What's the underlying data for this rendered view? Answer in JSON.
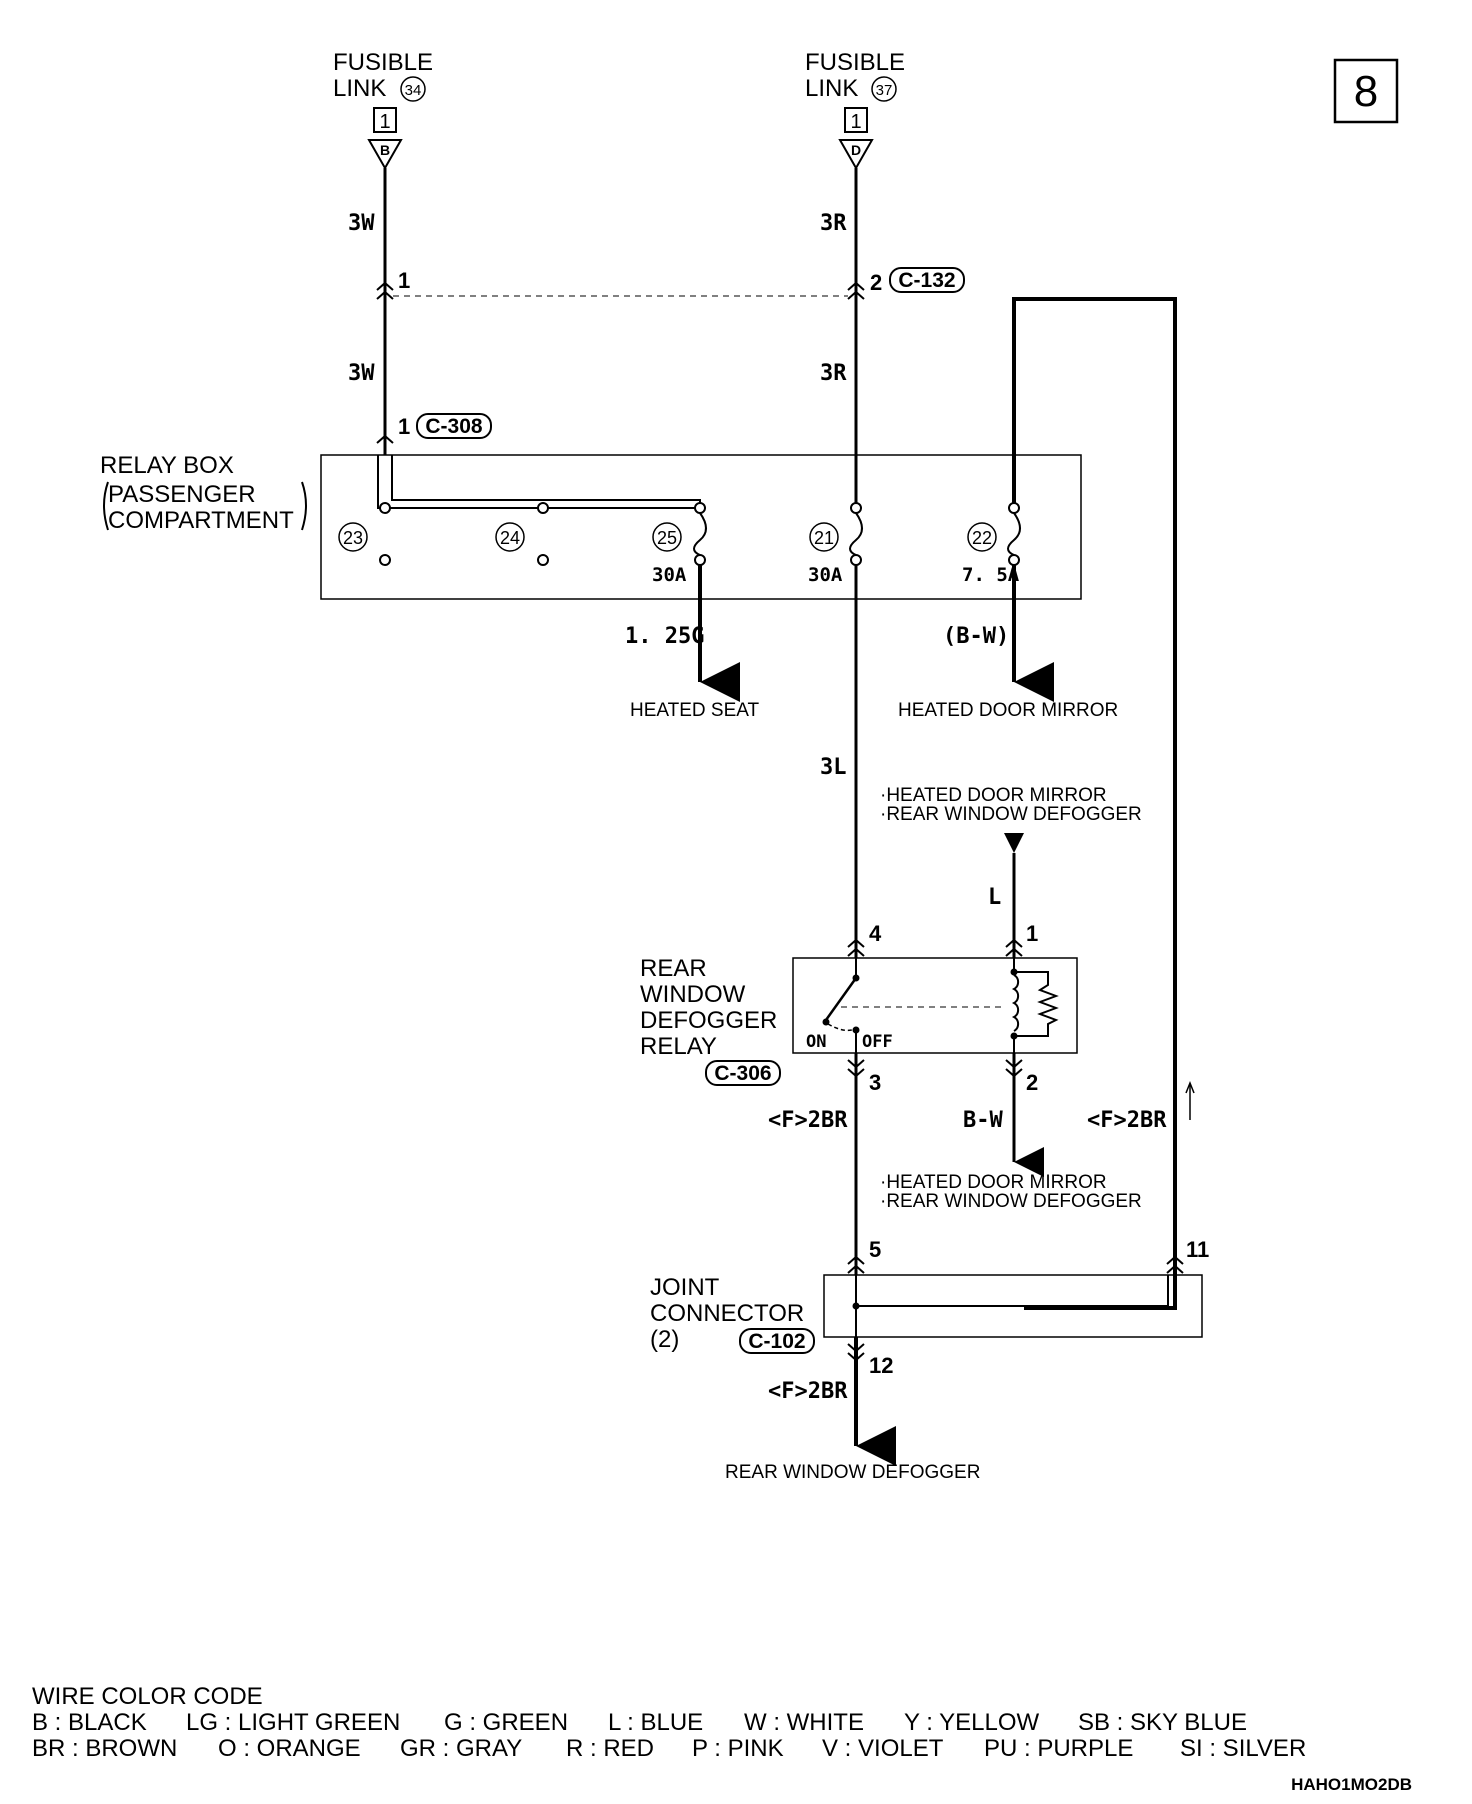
{
  "page_number": "8",
  "fusible_link_34": {
    "line1": "FUSIBLE",
    "line2": "LINK",
    "num": "34",
    "pin": "1",
    "term": "B"
  },
  "fusible_link_37": {
    "line1": "FUSIBLE",
    "line2": "LINK",
    "num": "37",
    "pin": "1",
    "term": "D"
  },
  "wires": {
    "w1": "3W",
    "w2": "3W",
    "r1": "3R",
    "r2": "3R",
    "g125": "1. 25G",
    "bw_paren": "(B-W)",
    "l3": "3L",
    "l": "L",
    "br1": "<F>2BR",
    "bw": "B-W",
    "br2": "<F>2BR",
    "br3": "<F>2BR"
  },
  "connectors": {
    "c132": {
      "id": "C-132",
      "pin_left": "1",
      "pin_right": "2"
    },
    "c308": {
      "id": "C-308",
      "pin": "1"
    },
    "c306": {
      "id": "C-306"
    },
    "c102": {
      "id": "C-102"
    }
  },
  "relay_box": {
    "line1": "RELAY BOX",
    "line2": "PASSENGER",
    "line3": "COMPARTMENT",
    "fuses": [
      "23",
      "24",
      "25",
      "21",
      "22"
    ],
    "ratings": [
      "30A",
      "30A",
      "7. 5A"
    ]
  },
  "destinations": {
    "heated_seat": "HEATED SEAT",
    "heated_door_mirror": "HEATED DOOR MIRROR",
    "to_mirror_1": "·HEATED DOOR MIRROR",
    "to_defogger_1": "·REAR WINDOW DEFOGGER",
    "to_mirror_2": "·HEATED DOOR MIRROR",
    "to_defogger_2": "·REAR WINDOW DEFOGGER",
    "rear_window_defogger": "REAR WINDOW DEFOGGER"
  },
  "relay": {
    "line1": "REAR",
    "line2": "WINDOW",
    "line3": "DEFOGGER",
    "line4": "RELAY",
    "on": "ON",
    "off": "OFF",
    "pins": [
      "4",
      "1",
      "3",
      "2"
    ]
  },
  "joint_connector": {
    "line1": "JOINT",
    "line2": "CONNECTOR",
    "line3": "(2)",
    "pins": [
      "5",
      "11",
      "12"
    ]
  },
  "legend": {
    "title": "WIRE COLOR CODE",
    "row1": [
      "B : BLACK",
      "LG : LIGHT GREEN",
      "G : GREEN",
      "L : BLUE",
      "W : WHITE",
      "Y : YELLOW",
      "SB : SKY BLUE"
    ],
    "row2": [
      "BR : BROWN",
      "O : ORANGE",
      "GR : GRAY",
      "R : RED",
      "P : PINK",
      "V : VIOLET",
      "PU : PURPLE",
      "SI : SILVER"
    ]
  },
  "diagram_code": "HAHO1MO2DB"
}
